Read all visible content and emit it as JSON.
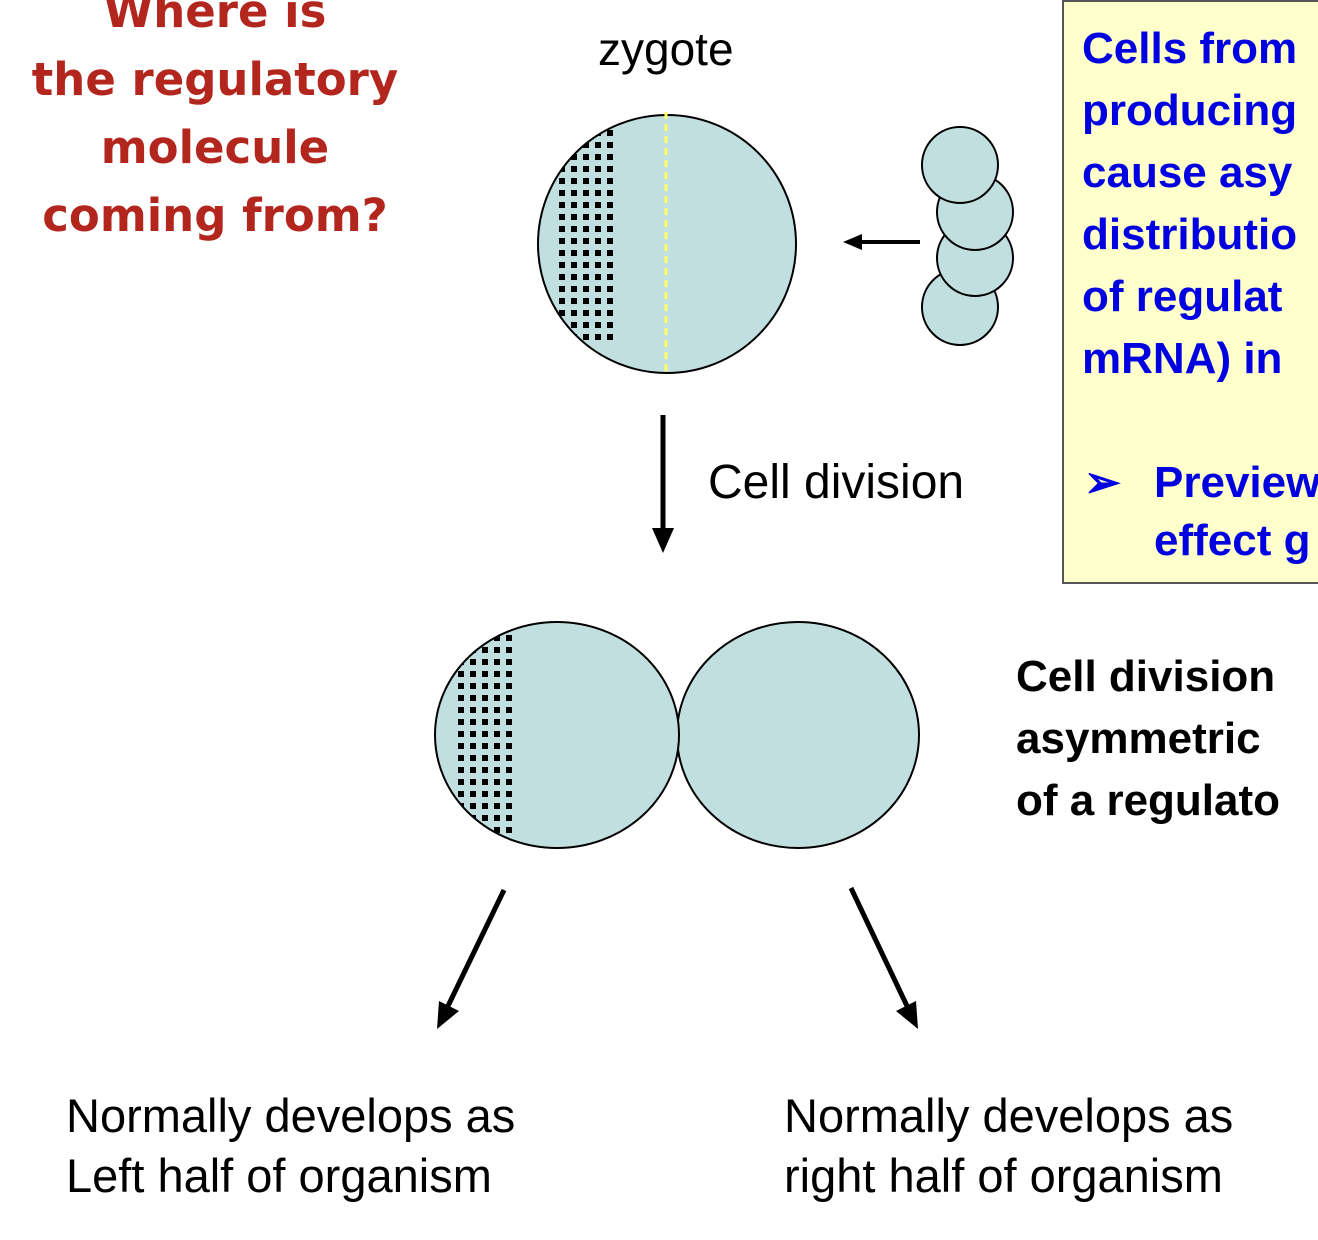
{
  "question": {
    "lines": [
      "Where is",
      "the regulatory",
      "molecule",
      "coming from?"
    ],
    "color": "#b3261e"
  },
  "zygote_label": "zygote",
  "division_label": "Cell division",
  "info_box": {
    "lines": [
      "Cells from",
      "producing",
      "cause asy",
      "distributio",
      "of regulat",
      "mRNA) in"
    ],
    "bullet_symbol": "➢",
    "bullet_lines": [
      "Preview",
      "effect g"
    ],
    "text_color": "#0000e0",
    "background": "#ffffcc"
  },
  "side_note": {
    "lines": [
      "Cell division",
      "asymmetric",
      "of a regulato"
    ]
  },
  "outcomes": {
    "left": [
      "Normally develops as",
      "Left half of organism"
    ],
    "right": [
      "Normally develops as",
      "right half of organism"
    ]
  },
  "colors": {
    "cell_fill": "#c2dfe0",
    "dots": "#000000",
    "midline": "#ffff66"
  }
}
